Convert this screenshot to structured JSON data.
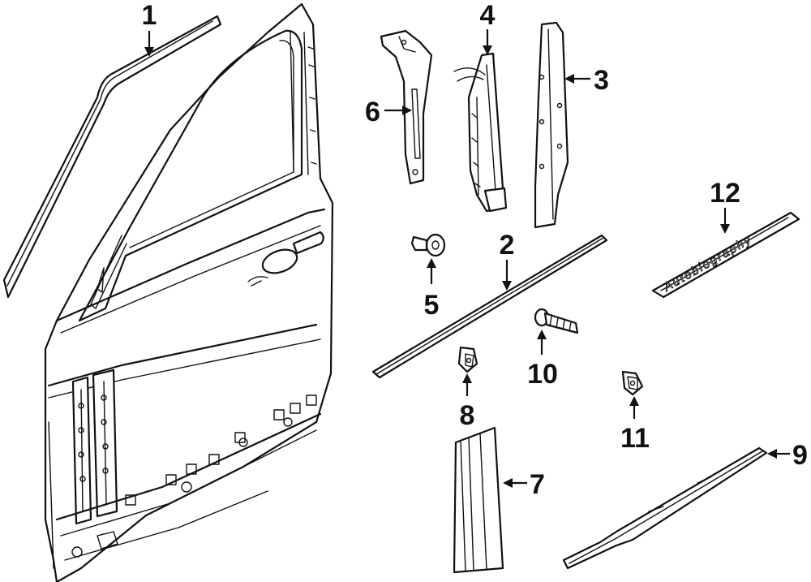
{
  "callouts": [
    {
      "id": "1",
      "label": "1"
    },
    {
      "id": "2",
      "label": "2"
    },
    {
      "id": "3",
      "label": "3"
    },
    {
      "id": "4",
      "label": "4"
    },
    {
      "id": "5",
      "label": "5"
    },
    {
      "id": "6",
      "label": "6"
    },
    {
      "id": "7",
      "label": "7"
    },
    {
      "id": "8",
      "label": "8"
    },
    {
      "id": "9",
      "label": "9"
    },
    {
      "id": "10",
      "label": "10"
    },
    {
      "id": "11",
      "label": "11"
    },
    {
      "id": "12",
      "label": "12"
    }
  ],
  "badge": {
    "text": "Autobiography"
  }
}
